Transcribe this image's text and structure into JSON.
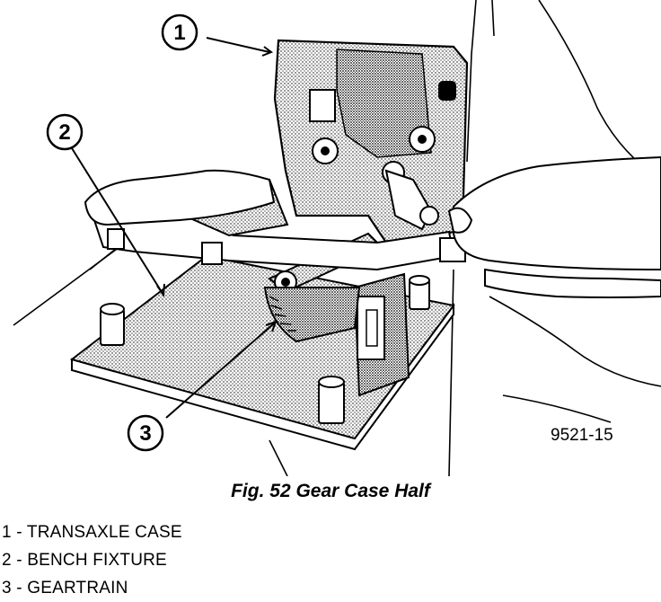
{
  "figure": {
    "title": "Fig. 52 Gear Case Half",
    "code": "9521-15"
  },
  "callouts": [
    "1",
    "2",
    "3"
  ],
  "legend": [
    "1 - TRANSAXLE CASE",
    "2 - BENCH FIXTURE",
    "3 - GEARTRAIN"
  ]
}
